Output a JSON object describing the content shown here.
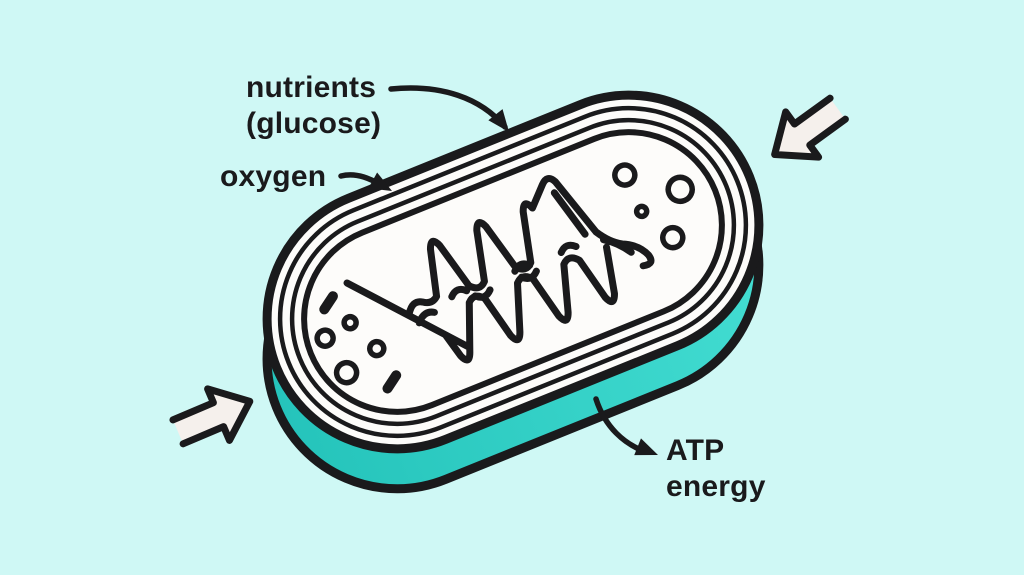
{
  "theme": {
    "css_vars": "--bg:#cff8f5;--ink:#1a1a1c;--teal-a:#25c4bb;--teal-b:#43ddd2;--paper:#fdfcfa;--arrow-fill:#f5f0ec",
    "background_color": "#cff8f5",
    "line_color": "#1a1a1c",
    "membrane_side_color": "#2cc9c0",
    "organelle_fill": "#fdfcfa",
    "inflow_arrow_fill": "#f5f0ec"
  },
  "diagram": {
    "subject": "mitochondrion cellular respiration",
    "labels": {
      "nutrients": "nutrients\n(glucose)",
      "oxygen": "oxygen",
      "atp": "ATP\nenergy"
    },
    "icons": {
      "inflow_top_right": "block-arrow-pointing-down-left",
      "inflow_bottom_left": "block-arrow-pointing-up-right",
      "label_connector": "curved-arrow"
    }
  }
}
